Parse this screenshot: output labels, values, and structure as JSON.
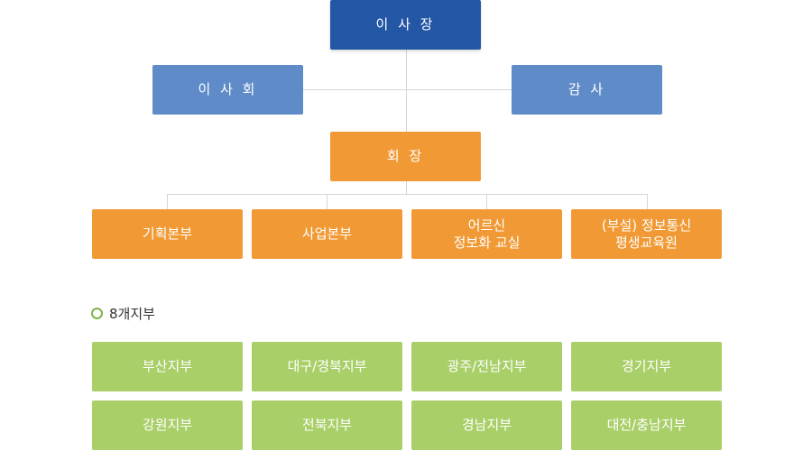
{
  "top": {
    "chairman": "이 사 장"
  },
  "middle": {
    "board": "이 사 회",
    "audit": "감 사"
  },
  "president": "회 장",
  "divisions": [
    "기획본부",
    "사업본부",
    "어르신\n정보화 교실",
    "(부설) 정보통신\n평생교육원"
  ],
  "branches": {
    "heading": "8개지부",
    "items": [
      "부산지부",
      "대구/경북지부",
      "광주/전남지부",
      "경기지부",
      "강원지부",
      "전북지부",
      "경남지부",
      "대전/충남지부"
    ]
  },
  "colors": {
    "chairman": "#2456a6",
    "lightblue": "#5f8cc9",
    "orange": "#f19a35",
    "green": "#a9cf69",
    "connector": "#d6d6d6"
  }
}
